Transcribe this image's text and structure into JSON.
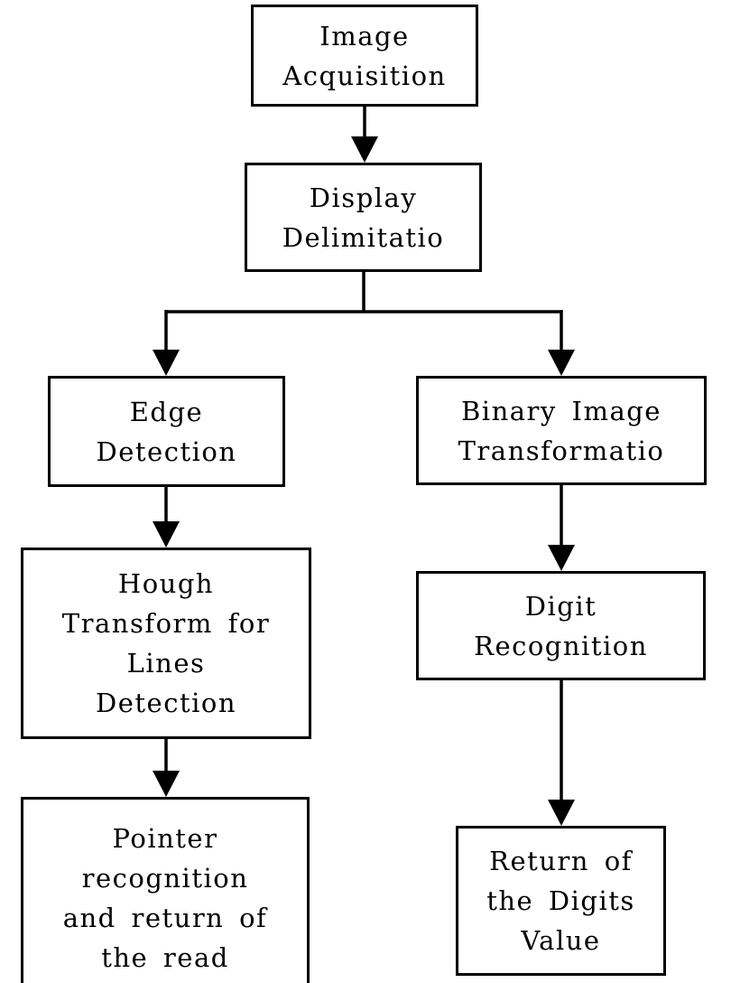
{
  "diagram": {
    "type": "flowchart",
    "background_color": "#ffffff",
    "line_color": "#000000",
    "box_fill_color": "#ffffff",
    "box_border_color": "#000000",
    "nodes": {
      "image_acquisition": {
        "label": "Image\nAcquisition"
      },
      "display_delimitation": {
        "label": "Display\nDelimitatio"
      },
      "edge_detection": {
        "label": "Edge\nDetection"
      },
      "binary_transformation": {
        "label": "Binary Image\nTransformatio"
      },
      "hough_transform": {
        "label": "Hough\nTransform for\nLines\nDetection"
      },
      "digit_recognition": {
        "label": "Digit\nRecognition"
      },
      "pointer_recognition": {
        "label": "Pointer\nrecognition\nand return of\nthe read"
      },
      "return_digits_value": {
        "label": "Return of\nthe Digits\nValue"
      }
    },
    "edges": [
      {
        "from": "image_acquisition",
        "to": "display_delimitation"
      },
      {
        "from": "display_delimitation",
        "to": "edge_detection"
      },
      {
        "from": "display_delimitation",
        "to": "binary_transformation"
      },
      {
        "from": "edge_detection",
        "to": "hough_transform"
      },
      {
        "from": "binary_transformation",
        "to": "digit_recognition"
      },
      {
        "from": "hough_transform",
        "to": "pointer_recognition"
      },
      {
        "from": "digit_recognition",
        "to": "return_digits_value"
      }
    ]
  }
}
